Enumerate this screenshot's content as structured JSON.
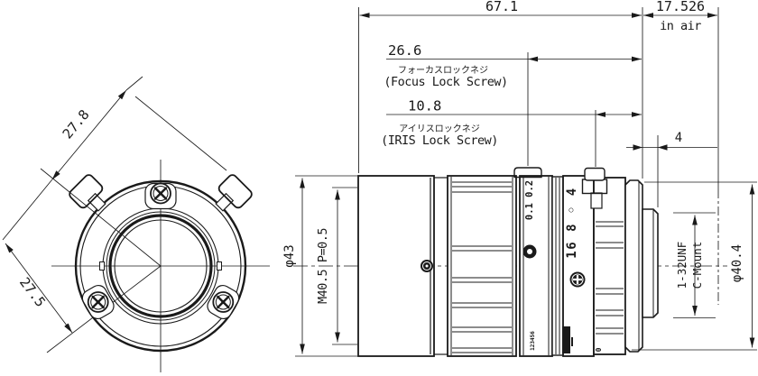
{
  "colors": {
    "line": "#1a1a1a",
    "background": "#ffffff"
  },
  "dims": {
    "overall_length": "67.1",
    "flange_back": "17.526",
    "flange_back_note": "in air",
    "focus_lock_offset": "26.6",
    "focus_lock_jp": "フォーカスロックネジ",
    "focus_lock_en": "(Focus Lock Screw)",
    "iris_lock_offset": "10.8",
    "iris_lock_jp": "アイリスロックネジ",
    "iris_lock_en": "(IRIS Lock Screw)",
    "mount_thread_length": "4"
  },
  "front": {
    "upper_dim": "27.8",
    "lower_dim": "27.5"
  },
  "side": {
    "diameter": "φ43",
    "filter_thread": "M40.5 P=0.5",
    "mount_diameter": "φ40.4",
    "mount_thread": "1-32UNF",
    "mount_type": "C-Mount",
    "focus_scale": "0.1 0.2",
    "focus_numbers": "123456",
    "aperture_scale": "16 8 ◦ 4",
    "aperture_zero": "0"
  }
}
